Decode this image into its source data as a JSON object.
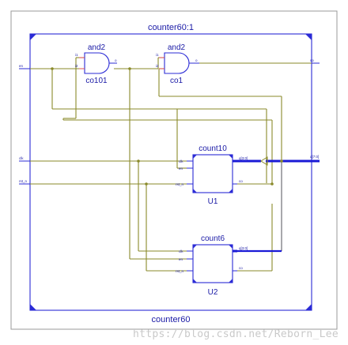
{
  "top_module": {
    "title": "counter60:1",
    "name": "counter60"
  },
  "gates": [
    {
      "type": "and2",
      "instance": "co101",
      "in1": "i1",
      "in2": "i2",
      "out": "o"
    },
    {
      "type": "and2",
      "instance": "co1",
      "in1": "i1",
      "in2": "i2",
      "out": "o"
    }
  ],
  "blocks": [
    {
      "title": "count10",
      "instance": "U1",
      "ports": {
        "clk": "clk",
        "en": "en",
        "rst": "rst_n",
        "q": "q[3:0]",
        "co": "co"
      }
    },
    {
      "title": "count6",
      "instance": "U2",
      "ports": {
        "clk": "clk",
        "en": "en",
        "rst": "rst_n",
        "q": "q[3:0]",
        "co": "co"
      }
    }
  ],
  "inputs": {
    "en": "en",
    "clk": "clk",
    "rst": "rst_n"
  },
  "outputs": {
    "co": "co",
    "q": "q[7:0]"
  },
  "watermark": "https://blog.csdn.net/Reborn_Lee",
  "colors": {
    "frame": "#2b2bd6",
    "wire": "#8a8a2a",
    "bus": "#1a1ad6",
    "gate_pin_red": "#e05050"
  }
}
